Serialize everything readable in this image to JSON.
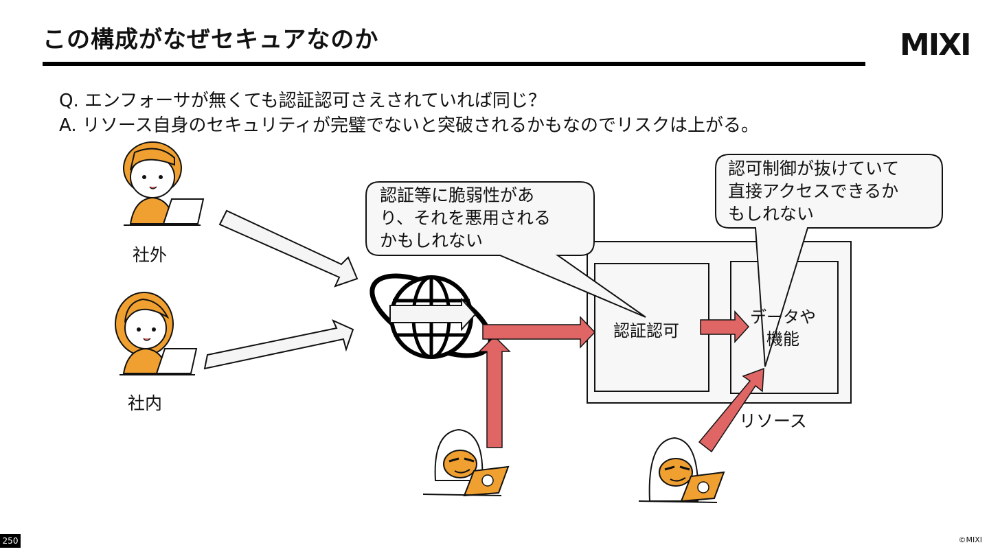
{
  "page": {
    "title": "この構成がなぜセキュアなのか",
    "logo": "MIXI",
    "question": "Q. エンフォーサが無くても認証認可さえされていれば同じ？",
    "answer": "A. リソース自身のセキュリティが完璧でないと突破されるかもなのでリスクは上がる。",
    "page_number": "250",
    "copyright": "©MIXI"
  },
  "diagram": {
    "actors": {
      "outside": "社外",
      "inside": "社内"
    },
    "resource": {
      "auth_box": "認証認可",
      "data_box_line1": "データや",
      "data_box_line2": "機能",
      "label": "リソース"
    },
    "bubbles": {
      "left_line1": "認証等に脆弱性があ",
      "left_line2": "り、それを悪用される",
      "left_line3": "かもしれない",
      "right_line1": "認可制御が抜けていて",
      "right_line2": "直接アクセスできるか",
      "right_line3": "もしれない"
    },
    "icons": [
      "person-outside-icon",
      "person-inside-icon",
      "globe-icon",
      "hacker-icon"
    ],
    "colors": {
      "attack_arrow": "#E06666",
      "person_hair": "#F0A030",
      "box_fill": "#F7F7F7"
    }
  }
}
